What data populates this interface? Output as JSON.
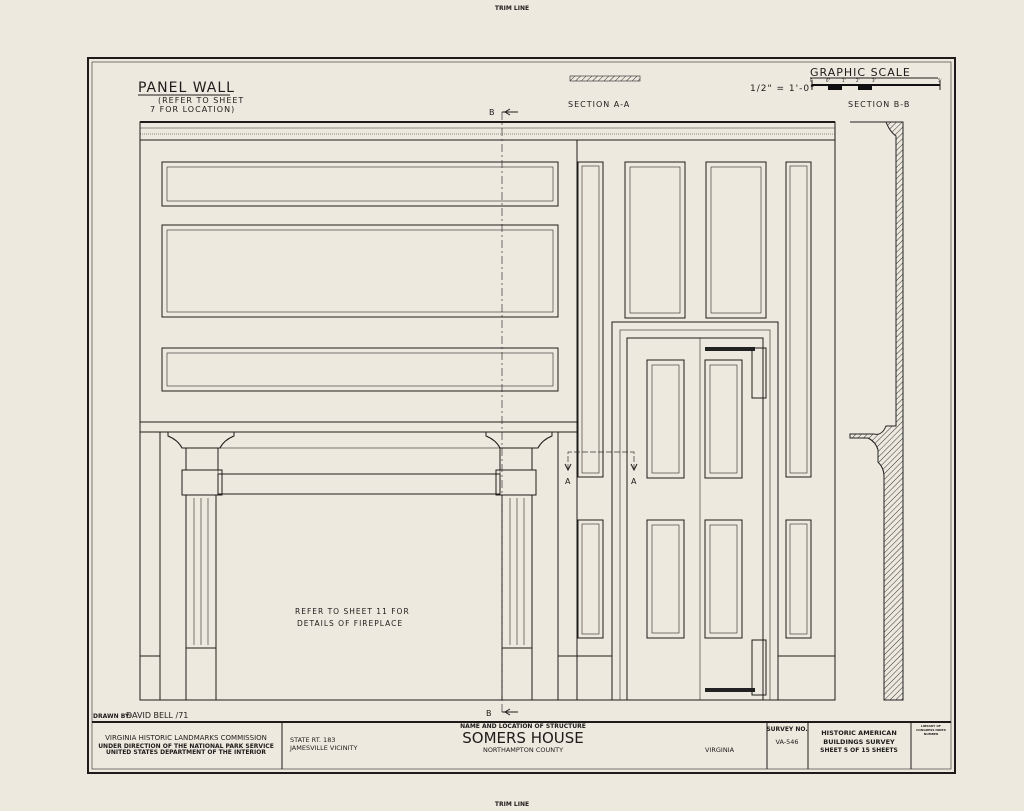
{
  "trim_line_top": "TRIM LINE",
  "trim_line_bottom": "TRIM LINE",
  "drawing": {
    "title": "PANEL WALL",
    "subtitle_line1": "(REFER TO SHEET",
    "subtitle_line2": "7 FOR LOCATION)",
    "section_aa": "SECTION A-A",
    "section_bb": "SECTION B-B",
    "scale_title": "GRAPHIC SCALE",
    "scale_ratio": "1/2\" = 1'-0\"",
    "scale_ticks": [
      "0",
      "6\"",
      "1'",
      "2'",
      "3'",
      "4'"
    ],
    "scale_end_tick": "5'",
    "section_marker_b": "B",
    "section_marker_a": "A",
    "fireplace_note_line1": "REFER TO SHEET 11 FOR",
    "fireplace_note_line2": "DETAILS OF FIREPLACE"
  },
  "title_block": {
    "drawn_by_label": "DRAWN BY:",
    "drawn_by": "DAVID BELL /71",
    "commission": "VIRGINIA HISTORIC LANDMARKS COMMISSION",
    "direction_line1": "UNDER DIRECTION OF THE NATIONAL PARK SERVICE",
    "direction_line2": "UNITED STATES DEPARTMENT OF THE INTERIOR",
    "location_line1": "STATE RT. 183",
    "location_line2": "JAMESVILLE VICINITY",
    "structure_label": "NAME AND LOCATION OF STRUCTURE",
    "structure_name": "SOMERS HOUSE",
    "county": "NORTHAMPTON COUNTY",
    "state": "VIRGINIA",
    "survey_no_label": "SURVEY NO.",
    "survey_no": "VA-546",
    "habs_line1": "HISTORIC AMERICAN",
    "habs_line2": "BUILDINGS SURVEY",
    "sheet_info": "SHEET 5 OF 15 SHEETS",
    "library_label": "LIBRARY OF CONGRESS INDEX NUMBER"
  }
}
